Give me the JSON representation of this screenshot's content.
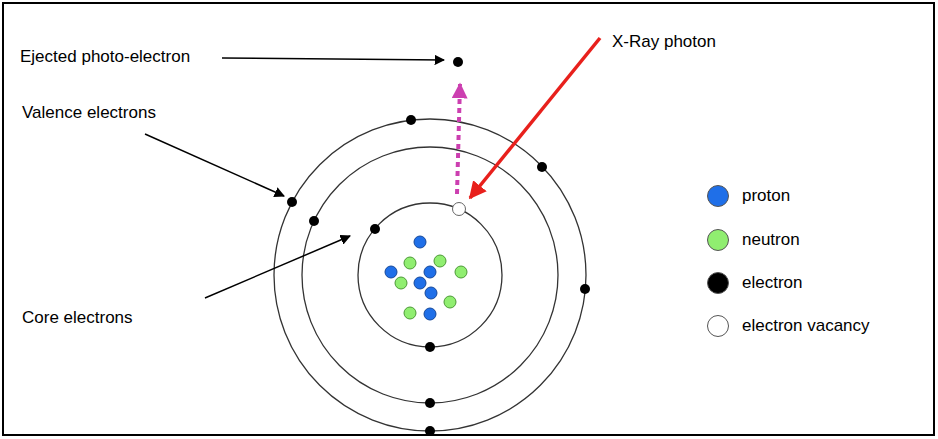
{
  "diagram": {
    "labels": [
      "Ejected photo-electron",
      "X-Ray photon",
      "Valence electrons",
      "Core electrons"
    ],
    "legend": [
      {
        "text": "proton",
        "color": "#1f6fe8"
      },
      {
        "text": "neutron",
        "color": "#90ee70"
      },
      {
        "text": "electron",
        "color": "#000000"
      },
      {
        "text": "electron vacancy",
        "color": "#ffffff"
      }
    ]
  }
}
